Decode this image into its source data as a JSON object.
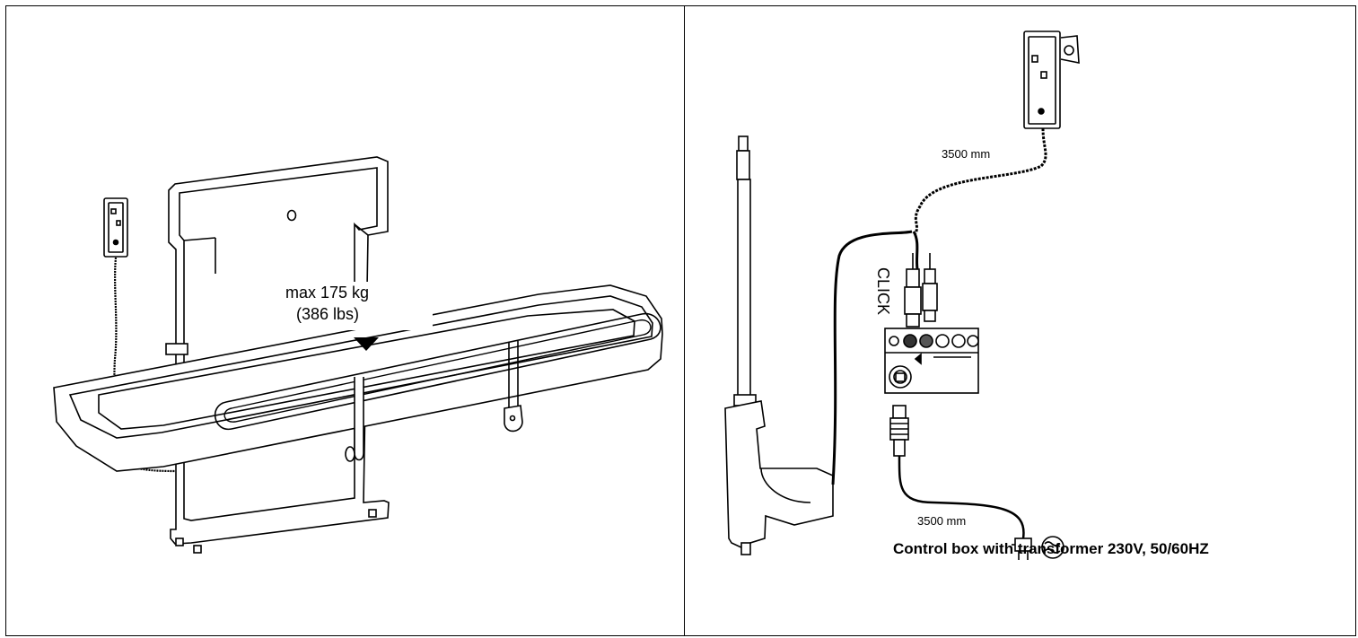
{
  "left_panel": {
    "load_label_line1": "max 175 kg",
    "load_label_line2": "(386 lbs)"
  },
  "right_panel": {
    "cable_length_top": "3500 mm",
    "click_label": "CLICK",
    "cable_length_bottom": "3500 mm",
    "caption": "Control box with transformer 230V, 50/60HZ"
  },
  "icons": [
    "hand-control-icon",
    "changing-table-illustration",
    "actuator-icon",
    "control-box-icon",
    "mains-plug-icon",
    "ac-power-symbol-icon"
  ]
}
